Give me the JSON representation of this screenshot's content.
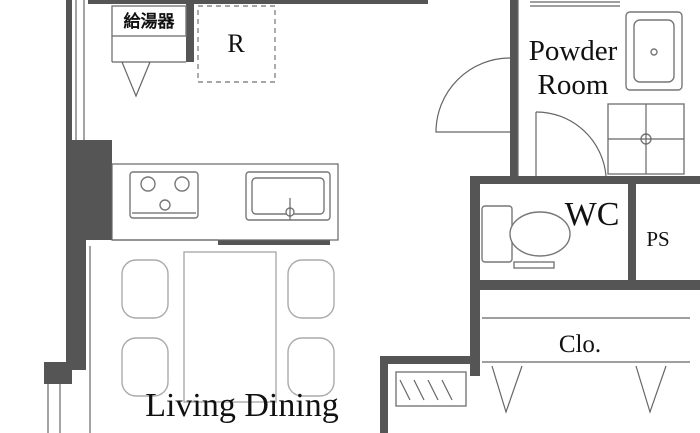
{
  "rooms": {
    "water_heater": "給湯器",
    "fridge": "R",
    "powder_room_line1": "Powder",
    "powder_room_line2": "Room",
    "wc": "WC",
    "ps": "PS",
    "closet": "Clo.",
    "living_dining": "Living Dining"
  },
  "colors": {
    "wall": "#555555",
    "line": "#666666",
    "furniture": "#aaaaaa"
  }
}
